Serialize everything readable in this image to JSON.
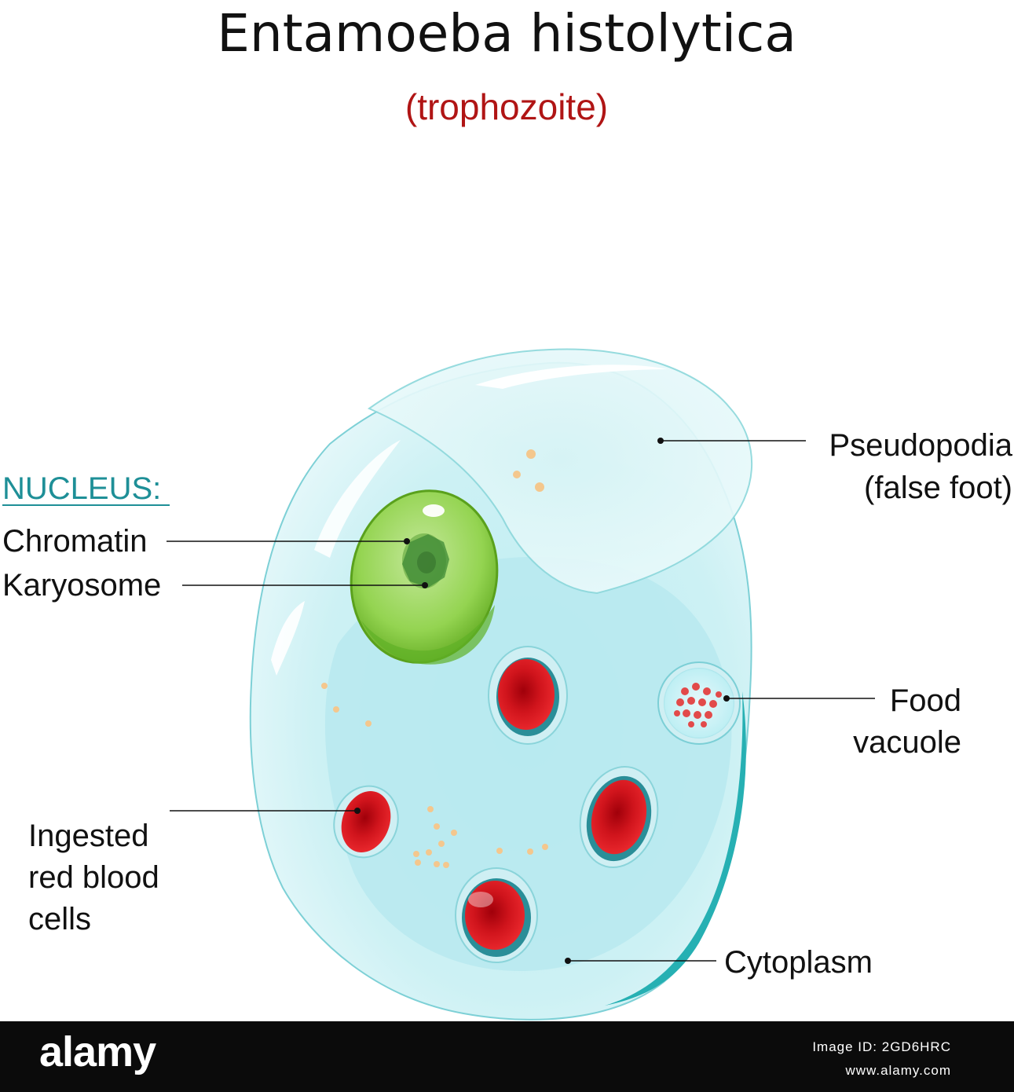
{
  "title": "Entamoeba histolytica",
  "subtitle": "(trophozoite)",
  "colors": {
    "title": "#111111",
    "subtitle": "#b01515",
    "nucleus_header": "#1e8f97",
    "cell_fill": "#c8eef2",
    "cell_edge": "#2fb3b8",
    "nucleus_green": "#7cc63a",
    "rbc_red": "#d4141e"
  },
  "labels": {
    "nucleus_header": "NUCLEUS:",
    "chromatin": "Chromatin",
    "karyosome": "Karyosome",
    "pseudopodia_line1": "Pseudopodia",
    "pseudopodia_line2": "(false foot)",
    "food_vacuole_line1": "Food",
    "food_vacuole_line2": "vacuole",
    "ingested_line1": "Ingested",
    "ingested_line2": "red blood",
    "ingested_line3": "cells",
    "cytoplasm": "Cytoplasm"
  },
  "stock_bar": {
    "logo": "alamy",
    "image_id": "Image ID: 2GD6HRC",
    "url": "www.alamy.com"
  }
}
